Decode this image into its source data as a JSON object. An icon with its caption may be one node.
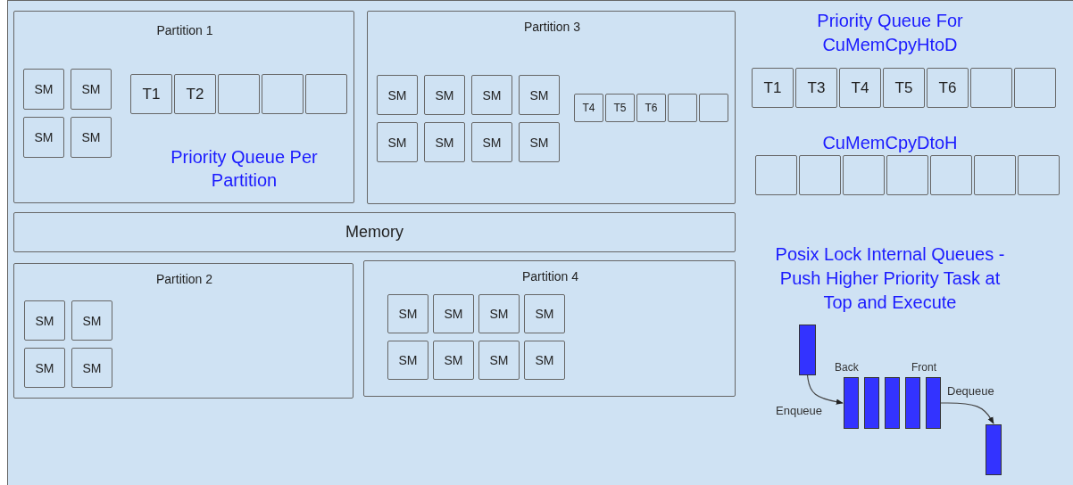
{
  "diagram": {
    "nodes": [
      {
        "text": [
          "Partition 1",
          "Priority Queue Per Partition"
        ]
      },
      {
        "text": [
          "SM"
        ],
        "in": 0
      },
      {
        "text": [
          "SM"
        ],
        "in": 0
      },
      {
        "text": [
          "SM"
        ],
        "in": 0
      },
      {
        "text": [
          "SM"
        ],
        "in": 0
      },
      {
        "text": [
          "T1"
        ],
        "in": 0
      },
      {
        "text": [
          "T2"
        ],
        "in": 0
      },
      {
        "text": [],
        "shape": "box",
        "in": 0
      },
      {
        "text": [],
        "shape": "box",
        "in": 0
      },
      {
        "text": [],
        "shape": "box",
        "in": 0
      },
      {
        "text": [
          "Partition 3"
        ]
      },
      {
        "text": [
          "SM"
        ],
        "in": 10
      },
      {
        "text": [
          "SM"
        ],
        "in": 10
      },
      {
        "text": [
          "SM"
        ],
        "in": 10
      },
      {
        "text": [
          "SM"
        ],
        "in": 10
      },
      {
        "text": [
          "SM"
        ],
        "in": 10
      },
      {
        "text": [
          "SM"
        ],
        "in": 10
      },
      {
        "text": [
          "SM"
        ],
        "in": 10
      },
      {
        "text": [
          "SM"
        ],
        "in": 10
      },
      {
        "text": [
          "T4"
        ],
        "in": 10
      },
      {
        "text": [
          "T5"
        ],
        "in": 10
      },
      {
        "text": [
          "T6"
        ],
        "in": 10
      },
      {
        "text": [],
        "shape": "box",
        "in": 10
      },
      {
        "text": [],
        "shape": "box",
        "in": 10
      },
      {
        "text": [
          "T1"
        ]
      },
      {
        "text": [
          "T3"
        ]
      },
      {
        "text": [
          "T4"
        ]
      },
      {
        "text": [
          "T5"
        ]
      },
      {
        "text": [
          "T6"
        ]
      },
      {
        "text": [],
        "shape": "box"
      },
      {
        "text": [],
        "shape": "box"
      },
      {
        "text": [],
        "shape": "box"
      },
      {
        "text": [],
        "shape": "box"
      },
      {
        "text": [],
        "shape": "box"
      },
      {
        "text": [],
        "shape": "box"
      },
      {
        "text": [],
        "shape": "box"
      },
      {
        "text": [],
        "shape": "box"
      },
      {
        "text": [],
        "shape": "box"
      },
      {
        "text": [
          "Memory"
        ]
      },
      {
        "text": [
          "Partition 2"
        ]
      },
      {
        "text": [
          "SM"
        ],
        "in": 39
      },
      {
        "text": [
          "SM"
        ],
        "in": 39
      },
      {
        "text": [
          "SM"
        ],
        "in": 39
      },
      {
        "text": [
          "SM"
        ],
        "in": 39
      },
      {
        "text": [
          "Partition 4"
        ]
      },
      {
        "text": [
          "SM"
        ],
        "in": 44
      },
      {
        "text": [
          "SM"
        ],
        "in": 44
      },
      {
        "text": [
          "SM"
        ],
        "in": 44
      },
      {
        "text": [
          "SM"
        ],
        "in": 44
      },
      {
        "text": [
          "SM"
        ],
        "in": 44
      },
      {
        "text": [
          "SM"
        ],
        "in": 44
      },
      {
        "text": [
          "SM"
        ],
        "in": 44
      },
      {
        "text": [
          "SM"
        ],
        "in": 44
      },
      {
        "text": [],
        "shape": "bar"
      },
      {
        "text": [],
        "shape": "bar",
        "beside": [
          "Back"
        ]
      },
      {
        "text": [],
        "shape": "bar"
      },
      {
        "text": [],
        "shape": "bar"
      },
      {
        "text": [],
        "shape": "bar"
      },
      {
        "text": [],
        "shape": "bar",
        "beside": [
          "Front"
        ]
      },
      {
        "text": [],
        "shape": "bar"
      }
    ],
    "edges": [
      {
        "from": 53,
        "to": 54,
        "arrow": "to",
        "label": "Enqueue"
      },
      {
        "from": 58,
        "to": 59,
        "arrow": "to",
        "label": "Dequeue"
      }
    ],
    "labels": [
      "Priority Queue For CuMemCpyHtoD",
      "CuMemCpyDtoH",
      "Posix Lock Internal Queues - Push Higher Priority Task at Top and Execute"
    ]
  }
}
